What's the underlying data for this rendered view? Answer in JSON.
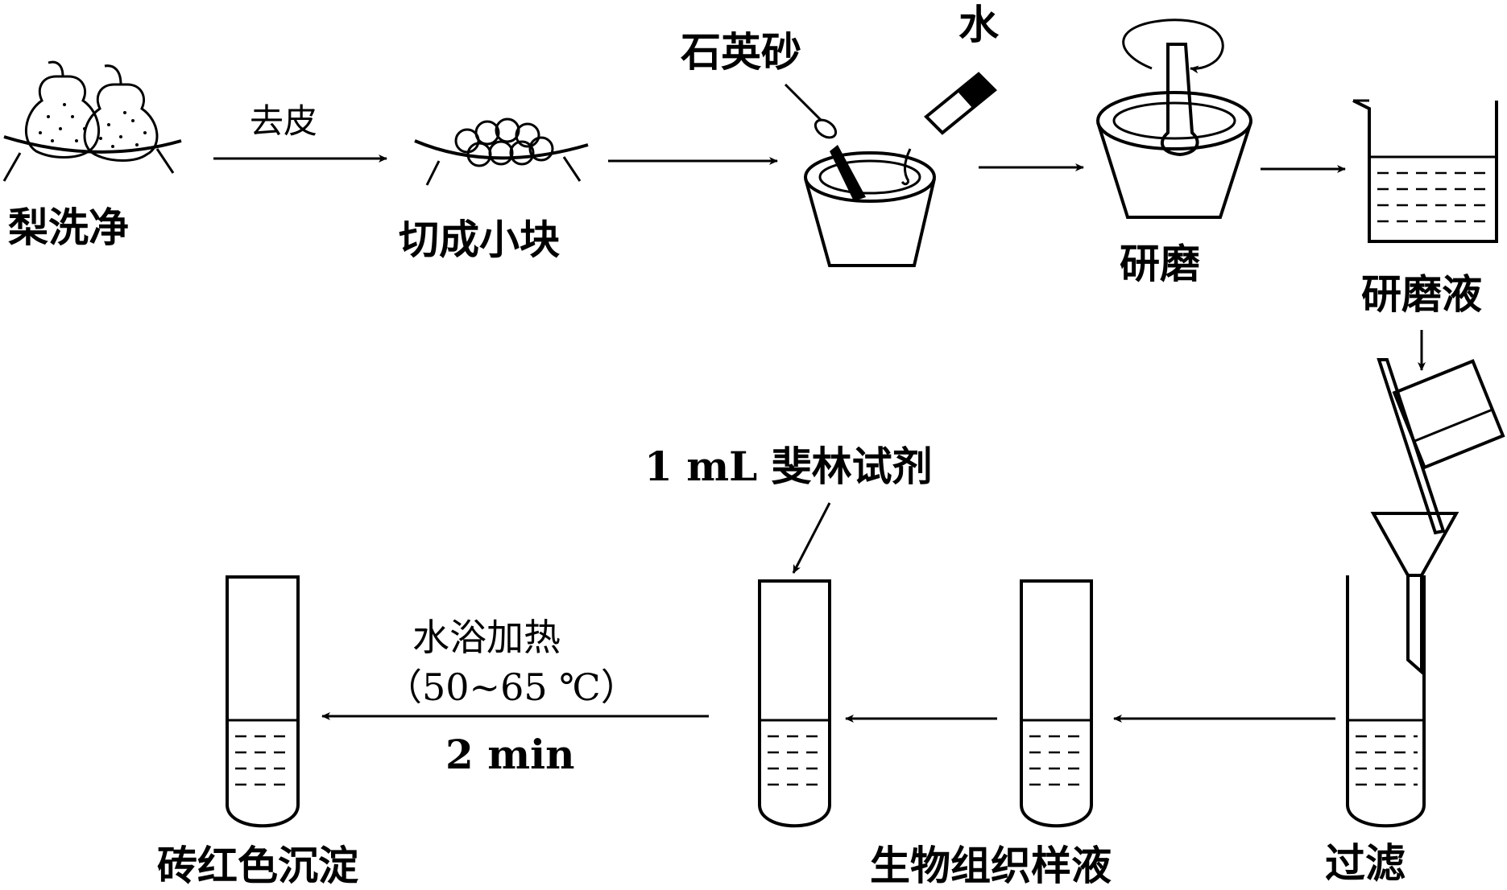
{
  "labels": {
    "wash": "梨洗净",
    "peel": "去皮",
    "cut": "切成小块",
    "quartz": "石英砂",
    "water": "水",
    "grind": "研磨",
    "grind_liquid": "研磨液",
    "filter": "过滤",
    "sample": "生物组织样液",
    "reagent": "1 mL 斐林试剂",
    "heat_line1": "水浴加热",
    "heat_line2": "（50~65 ℃）",
    "heat_line3": "2 min",
    "result": "砖红色沉淀"
  }
}
